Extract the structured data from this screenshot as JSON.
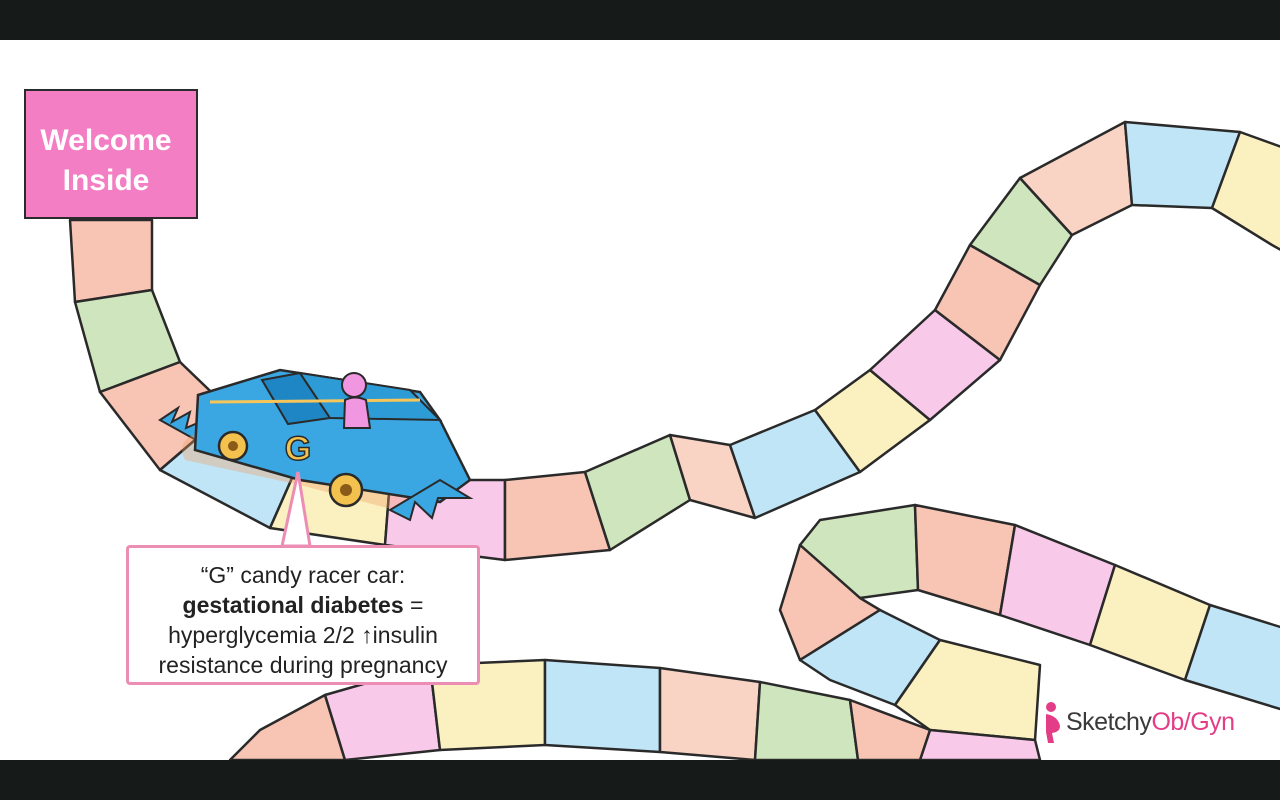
{
  "sign": {
    "line1": "Welcome",
    "line2": "Inside"
  },
  "car": {
    "letter": "G"
  },
  "callout": {
    "line1": "“G” candy racer car:",
    "bold_term": "gestational diabetes",
    "equals": " =",
    "line3": "hyperglycemia 2/2 ↑insulin",
    "line4": "resistance during pregnancy"
  },
  "logo": {
    "part1": "Sketchy",
    "part2": "Ob/Gyn"
  },
  "colors": {
    "pink": "#f9c9ea",
    "salmon": "#f8c4b4",
    "green": "#cfe5bd",
    "blue": "#bfe5f6",
    "yellow": "#fbf0c0",
    "peach": "#f9d3c3",
    "brand_pink": "#e33d87",
    "car_blue": "#3aa7e3"
  }
}
